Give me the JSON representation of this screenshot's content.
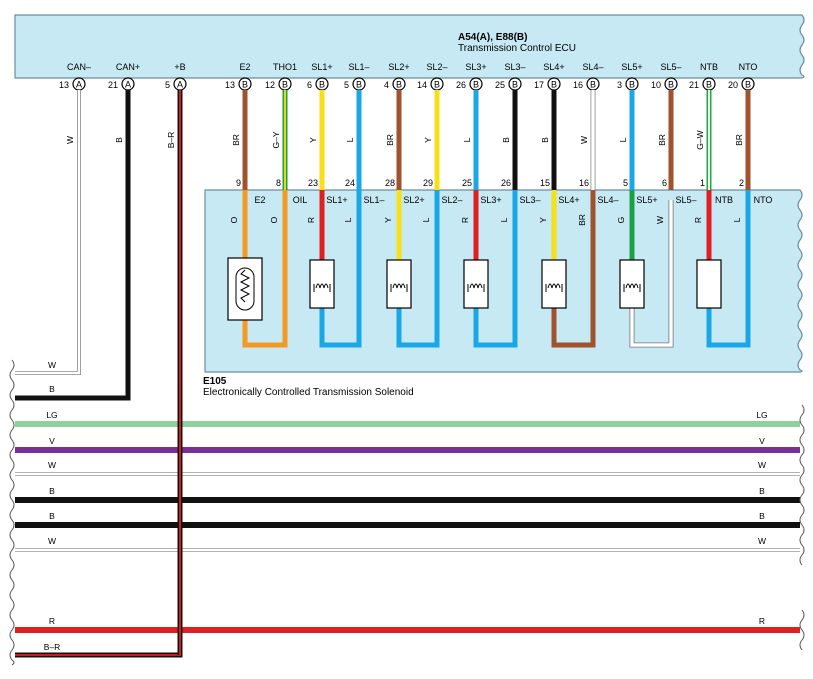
{
  "ecu": {
    "name": "A54(A), E88(B)",
    "desc": "Transmission Control ECU"
  },
  "solenoid": {
    "name": "E105",
    "desc": "Electronically Controlled Transmission Solenoid"
  },
  "ecu_pins": [
    {
      "label": "CAN–",
      "num": "13",
      "conn": "A",
      "color": "W"
    },
    {
      "label": "CAN+",
      "num": "21",
      "conn": "A",
      "color": "B"
    },
    {
      "label": "+B",
      "num": "5",
      "conn": "A",
      "color": "B–R"
    },
    {
      "label": "E2",
      "num": "13",
      "conn": "B",
      "color": "BR",
      "spin": "9",
      "slabel": "E2",
      "scolor": "O"
    },
    {
      "label": "THO1",
      "num": "12",
      "conn": "B",
      "color": "G–Y",
      "spin": "8",
      "slabel": "OIL",
      "scolor": "O"
    },
    {
      "label": "SL1+",
      "num": "6",
      "conn": "B",
      "color": "Y",
      "spin": "23",
      "slabel": "SL1+",
      "scolor": "R"
    },
    {
      "label": "SL1–",
      "num": "5",
      "conn": "B",
      "color": "L",
      "spin": "24",
      "slabel": "SL1–",
      "scolor": "L"
    },
    {
      "label": "SL2+",
      "num": "4",
      "conn": "B",
      "color": "BR",
      "spin": "28",
      "slabel": "SL2+",
      "scolor": "Y"
    },
    {
      "label": "SL2–",
      "num": "14",
      "conn": "B",
      "color": "Y",
      "spin": "29",
      "slabel": "SL2–",
      "scolor": "L"
    },
    {
      "label": "SL3+",
      "num": "26",
      "conn": "B",
      "color": "L",
      "spin": "25",
      "slabel": "SL3+",
      "scolor": "R"
    },
    {
      "label": "SL3–",
      "num": "25",
      "conn": "B",
      "color": "B",
      "spin": "26",
      "slabel": "SL3–",
      "scolor": "L"
    },
    {
      "label": "SL4+",
      "num": "17",
      "conn": "B",
      "color": "B",
      "spin": "15",
      "slabel": "SL4+",
      "scolor": "Y"
    },
    {
      "label": "SL4–",
      "num": "16",
      "conn": "B",
      "color": "W",
      "spin": "16",
      "slabel": "SL4–",
      "scolor": "BR"
    },
    {
      "label": "SL5+",
      "num": "3",
      "conn": "B",
      "color": "L",
      "spin": "5",
      "slabel": "SL5+",
      "scolor": "G"
    },
    {
      "label": "SL5–",
      "num": "10",
      "conn": "B",
      "color": "BR",
      "spin": "6",
      "slabel": "SL5–",
      "scolor": "W"
    },
    {
      "label": "NTB",
      "num": "21",
      "conn": "B",
      "color": "G–W",
      "spin": "1",
      "slabel": "NTB",
      "scolor": "R"
    },
    {
      "label": "NTO",
      "num": "20",
      "conn": "B",
      "color": "BR",
      "spin": "2",
      "slabel": "NTO",
      "scolor": "L"
    }
  ],
  "bus_wires": [
    {
      "left": "W",
      "right": ""
    },
    {
      "left": "B",
      "right": ""
    },
    {
      "left": "LG",
      "right": "LG"
    },
    {
      "left": "V",
      "right": "V"
    },
    {
      "left": "W",
      "right": "W"
    },
    {
      "left": "B",
      "right": "B"
    },
    {
      "left": "B",
      "right": "B"
    },
    {
      "left": "W",
      "right": "W"
    },
    {
      "left": "R",
      "right": "R"
    },
    {
      "left": "B–R",
      "right": ""
    }
  ],
  "colors": {
    "ecu_fill": "#c6e9f3",
    "ecu_stroke": "#6a8fa0",
    "W": "#ffffff",
    "B": "#111111",
    "BR": "#a0522d",
    "Y": "#f7e01a",
    "L": "#1aa7e6",
    "R": "#e02020",
    "O": "#f39a22",
    "G": "#1ca046",
    "GR": "#22a846",
    "LG": "#8fd19e",
    "V": "#7a2f96"
  }
}
